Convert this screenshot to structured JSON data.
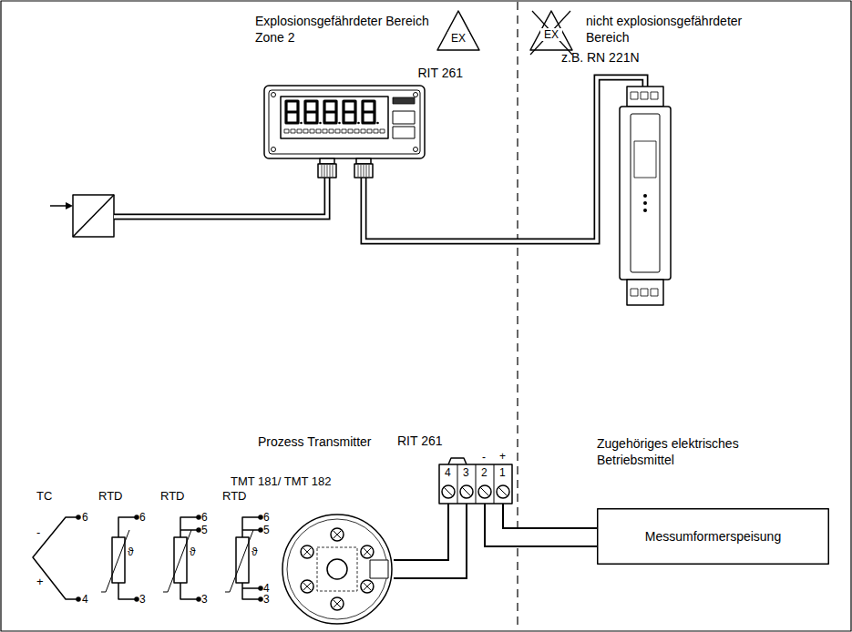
{
  "diagram": {
    "nodes": [
      {
        "text": [
          "RIT 261"
        ]
      },
      {
        "text": [
          "z.B. RN 221N"
        ]
      },
      {
        "text": [
          "RIT 261"
        ]
      },
      {
        "text": [
          "TMT 181/ TMT 182"
        ]
      },
      {
        "text": [
          "Messumformerspeisung"
        ]
      }
    ],
    "edges": [
      {
        "from": 0,
        "to": 1,
        "arrow": "none"
      },
      {
        "from": 3,
        "to": 2,
        "arrow": "none"
      },
      {
        "from": 2,
        "to": 4,
        "arrow": "none"
      }
    ],
    "labels": [
      "Explosionsgefährdeter Bereich Zone 2",
      "EX",
      "nicht explosionsgefährdeter Bereich",
      "EX",
      "Prozess Transmitter",
      "Zugehöriges elektrisches Betriebsmittel",
      "TC",
      "-",
      "+",
      "6",
      "4",
      "RTD",
      "6",
      "3",
      "RTD",
      "6",
      "5",
      "3",
      "RTD",
      "6",
      "5",
      "4",
      "3",
      "4",
      "3",
      "2",
      "1",
      "-",
      "+",
      "ϑ",
      "ϑ",
      "ϑ"
    ]
  }
}
